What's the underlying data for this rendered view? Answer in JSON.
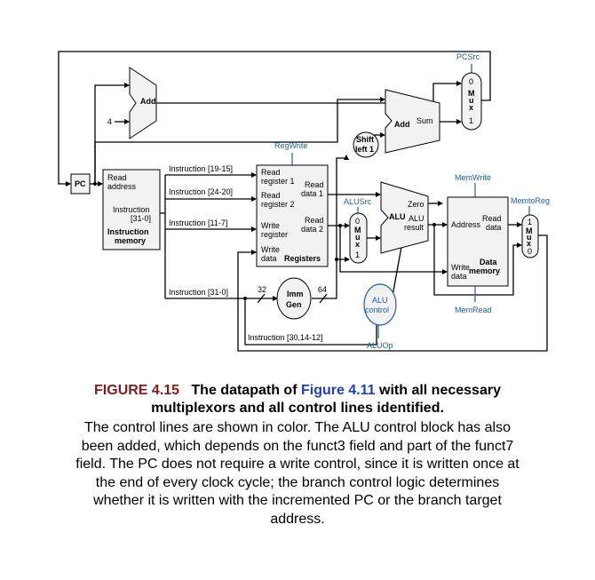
{
  "diagram": {
    "labels": {
      "pcsrc": "PCSrc",
      "add_top": "Add",
      "four": "4",
      "mux_top": [
        "0",
        "M",
        "u",
        "x",
        "1"
      ],
      "add_sum": "Add",
      "sum": "Sum",
      "shift_left_1": [
        "Shift",
        "left 1"
      ],
      "regwrite": "RegWrite",
      "pc": "PC",
      "read_address": [
        "Read",
        "address"
      ],
      "instruction_31_0": [
        "Instruction",
        "[31-0]"
      ],
      "instruction_memory": [
        "Instruction",
        "memory"
      ],
      "instr_19_15": "Instruction [19-15]",
      "instr_24_20": "Instruction [24-20]",
      "instr_11_7": "Instruction [11-7]",
      "instr_31_0": "Instruction [31-0]",
      "instr_30_14_12": "Instruction [30,14-12]",
      "read_register_1": [
        "Read",
        "register 1"
      ],
      "read_register_2": [
        "Read",
        "register 2"
      ],
      "write_register": [
        "Write",
        "register"
      ],
      "write_data": [
        "Write",
        "data"
      ],
      "registers": "Registers",
      "read_data_1": [
        "Read",
        "data 1"
      ],
      "read_data_2": [
        "Read",
        "data 2"
      ],
      "alusrc": "ALUSrc",
      "mux_alu": [
        "0",
        "M",
        "u",
        "x",
        "1"
      ],
      "zero": "Zero",
      "alu": "ALU",
      "alu_result": [
        "ALU",
        "result"
      ],
      "memwrite": "MemWrite",
      "memtoreg": "MemtoReg",
      "address": "Address",
      "read_data": [
        "Read",
        "data"
      ],
      "data_memory": [
        "Data",
        "memory"
      ],
      "dm_write_data": [
        "Write",
        "data"
      ],
      "memread": "MemRead",
      "mux_mem": [
        "1",
        "M",
        "u",
        "x",
        "0"
      ],
      "imm_gen": [
        "Imm",
        "Gen"
      ],
      "width_32": "32",
      "width_64": "64",
      "alu_control": [
        "ALU",
        "control"
      ],
      "aluop": "ALUOp"
    }
  },
  "caption": {
    "figure_label": "FIGURE 4.15",
    "title_before": "The datapath of ",
    "figure_ref": "Figure 4.11",
    "title_after": " with all necessary multiplexors and all control lines identified.",
    "body": "The control lines are shown in color. The ALU control block has also been added, which depends on the funct3 field and part of the funct7 field. The PC does not require a write control, since it is written once at the end of every clock cycle; the branch control logic determines whether it is written with the incremented PC or the branch target address."
  }
}
